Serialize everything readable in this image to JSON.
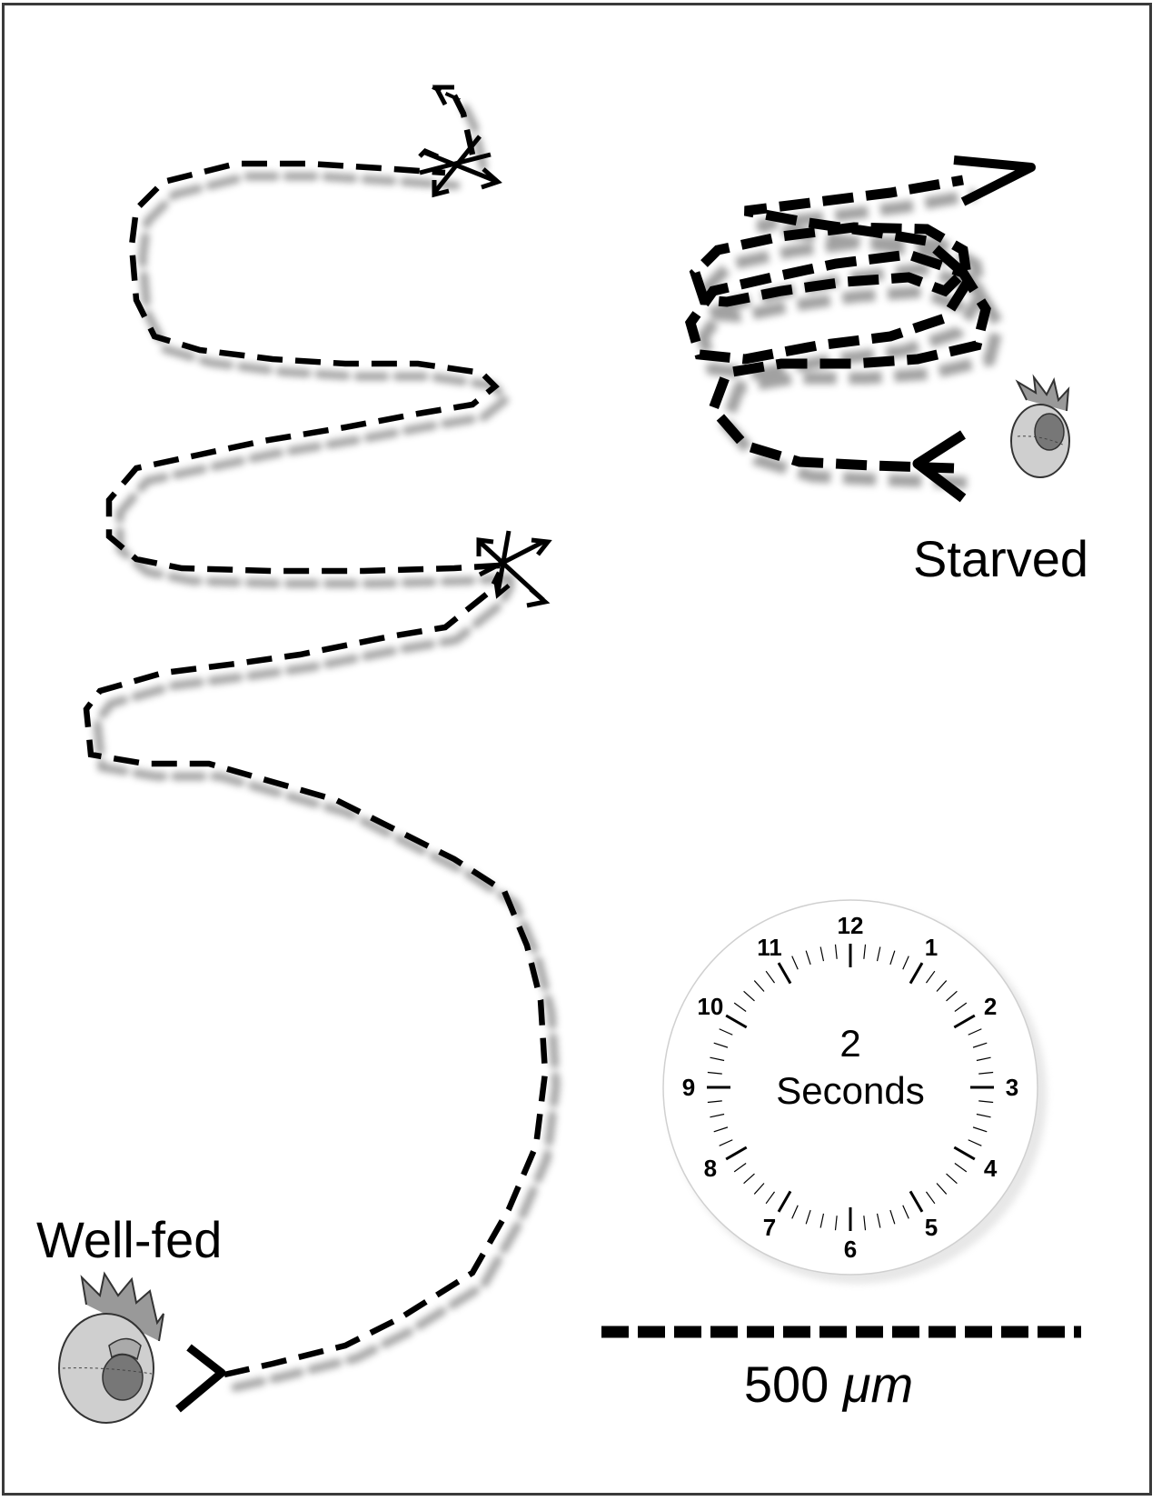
{
  "labels": {
    "well_fed": "Well-fed",
    "starved": "Starved"
  },
  "clock": {
    "value": "2",
    "unit": "Seconds",
    "numerals": [
      "12",
      "1",
      "2",
      "3",
      "4",
      "5",
      "6",
      "7",
      "8",
      "9",
      "10",
      "11"
    ]
  },
  "scale_bar": {
    "label_number": "500",
    "label_unit": "μm"
  },
  "colors": {
    "track": "#000000",
    "shadow": "#8c8c8c",
    "frame": "#3a3a3a"
  }
}
